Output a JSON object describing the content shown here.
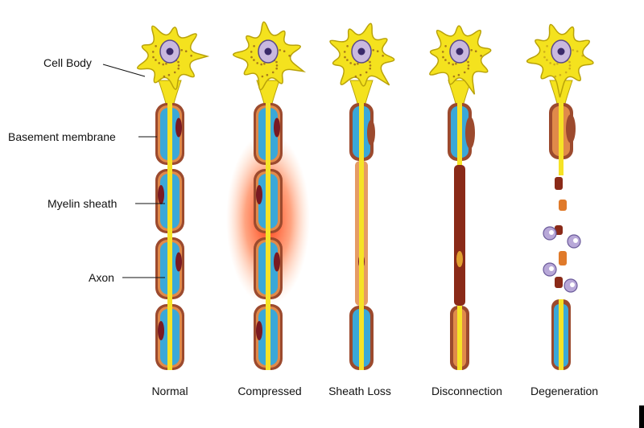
{
  "labels": {
    "cell_body": "Cell Body",
    "basement_membrane": "Basement membrane",
    "myelin_sheath": "Myelin sheath",
    "axon": "Axon"
  },
  "stages": [
    {
      "id": "normal",
      "label": "Normal"
    },
    {
      "id": "compressed",
      "label": "Compressed"
    },
    {
      "id": "sheath-loss",
      "label": "Sheath Loss"
    },
    {
      "id": "disconnection",
      "label": "Disconnection"
    },
    {
      "id": "degeneration",
      "label": "Degeneration"
    }
  ],
  "colors": {
    "soma": "#f4e21e",
    "soma_outline": "#b9a20a",
    "nucleus": "#c9b8de",
    "nucleolus": "#3a2a6a",
    "membrane": "#9c4a2e",
    "membrane_inner": "#e08a4a",
    "myelin": "#3aa8d8",
    "axon": "#f6e326",
    "schwann_nucleus": "#7a1a22",
    "inflammation": "#ff2a00",
    "macrophage": "#b8a8d8"
  }
}
